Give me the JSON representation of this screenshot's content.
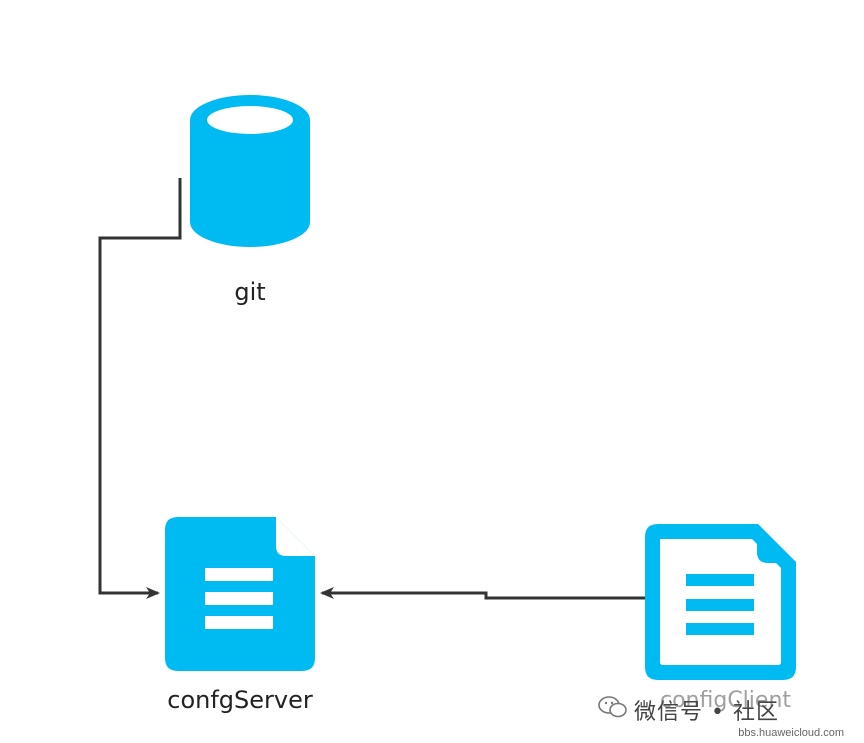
{
  "nodes": {
    "git": {
      "label": "git",
      "icon": "database-cylinder-icon"
    },
    "config_server": {
      "label": "confgServer",
      "icon": "document-icon"
    },
    "config_client": {
      "label": "configClient",
      "icon": "document-outline-icon"
    }
  },
  "edges": [
    {
      "from": "git",
      "to": "config_server"
    },
    {
      "from": "config_client",
      "to": "config_server"
    }
  ],
  "watermark": {
    "text": "微信号 • 社区",
    "url": "bbs.huaweicloud.com",
    "icon": "wechat-icon"
  },
  "colors": {
    "accent": "#00BAF2",
    "line": "#333333",
    "background": "#FFFFFF"
  }
}
